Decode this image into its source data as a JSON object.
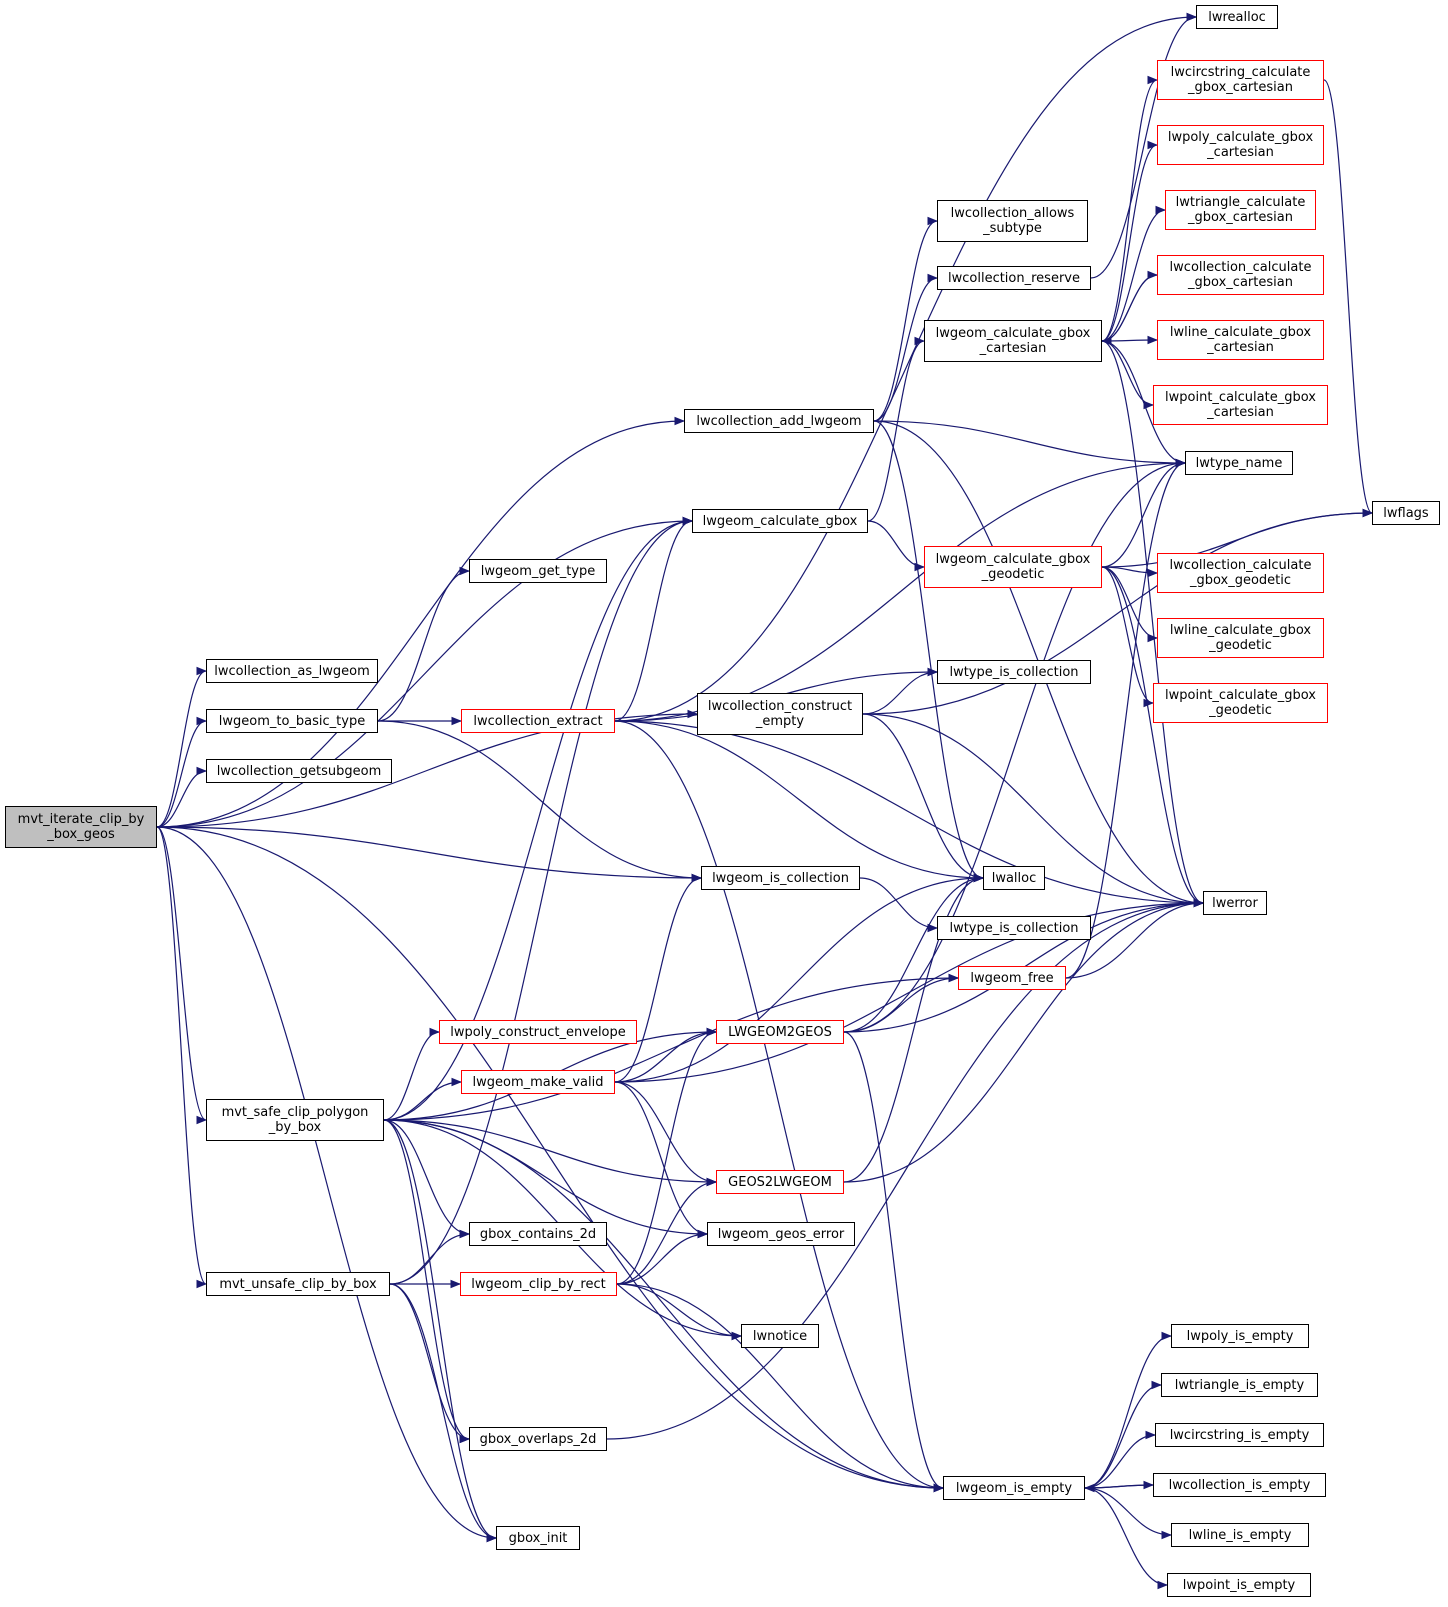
{
  "colors": {
    "edge": "#191970",
    "node_border": "#000000",
    "highlight_border": "#ff0000",
    "focus_fill": "#bfbfbf"
  },
  "nodes": [
    {
      "id": "root",
      "lines": [
        "mvt_iterate_clip_by",
        "_box_geos"
      ],
      "kind": "focus"
    },
    {
      "id": "lwcollection_as_lwgeom",
      "lines": [
        "lwcollection_as_lwgeom"
      ],
      "kind": "normal"
    },
    {
      "id": "lwgeom_to_basic_type",
      "lines": [
        "lwgeom_to_basic_type"
      ],
      "kind": "normal"
    },
    {
      "id": "lwcollection_getsubgeom",
      "lines": [
        "lwcollection_getsubgeom"
      ],
      "kind": "normal"
    },
    {
      "id": "mvt_safe_clip",
      "lines": [
        "mvt_safe_clip_polygon",
        "_by_box"
      ],
      "kind": "normal"
    },
    {
      "id": "mvt_unsafe_clip",
      "lines": [
        "mvt_unsafe_clip_by_box"
      ],
      "kind": "normal"
    },
    {
      "id": "lwgeom_get_type",
      "lines": [
        "lwgeom_get_type"
      ],
      "kind": "normal"
    },
    {
      "id": "lwcollection_extract",
      "lines": [
        "lwcollection_extract"
      ],
      "kind": "red"
    },
    {
      "id": "lwpoly_construct_envelope",
      "lines": [
        "lwpoly_construct_envelope"
      ],
      "kind": "red"
    },
    {
      "id": "lwgeom_make_valid",
      "lines": [
        "lwgeom_make_valid"
      ],
      "kind": "red"
    },
    {
      "id": "gbox_contains_2d",
      "lines": [
        "gbox_contains_2d"
      ],
      "kind": "normal"
    },
    {
      "id": "lwgeom_clip_by_rect",
      "lines": [
        "lwgeom_clip_by_rect"
      ],
      "kind": "red"
    },
    {
      "id": "gbox_overlaps_2d",
      "lines": [
        "gbox_overlaps_2d"
      ],
      "kind": "normal"
    },
    {
      "id": "gbox_init",
      "lines": [
        "gbox_init"
      ],
      "kind": "normal"
    },
    {
      "id": "lwcollection_add_lwgeom",
      "lines": [
        "lwcollection_add_lwgeom"
      ],
      "kind": "normal"
    },
    {
      "id": "lwgeom_calculate_gbox",
      "lines": [
        "lwgeom_calculate_gbox"
      ],
      "kind": "normal"
    },
    {
      "id": "lwcollection_construct_empty",
      "lines": [
        "lwcollection_construct",
        "_empty"
      ],
      "kind": "normal"
    },
    {
      "id": "lwgeom_is_collection",
      "lines": [
        "lwgeom_is_collection"
      ],
      "kind": "normal"
    },
    {
      "id": "LWGEOM2GEOS",
      "lines": [
        "LWGEOM2GEOS"
      ],
      "kind": "red"
    },
    {
      "id": "GEOS2LWGEOM",
      "lines": [
        "GEOS2LWGEOM"
      ],
      "kind": "red"
    },
    {
      "id": "lwgeom_geos_error",
      "lines": [
        "lwgeom_geos_error"
      ],
      "kind": "normal"
    },
    {
      "id": "lwnotice",
      "lines": [
        "lwnotice"
      ],
      "kind": "normal"
    },
    {
      "id": "lwcollection_allows_subtype",
      "lines": [
        "lwcollection_allows",
        "_subtype"
      ],
      "kind": "normal"
    },
    {
      "id": "lwcollection_reserve",
      "lines": [
        "lwcollection_reserve"
      ],
      "kind": "normal"
    },
    {
      "id": "lwgeom_calculate_gbox_cartesian",
      "lines": [
        "lwgeom_calculate_gbox",
        "_cartesian"
      ],
      "kind": "normal"
    },
    {
      "id": "lwgeom_calculate_gbox_geodetic",
      "lines": [
        "lwgeom_calculate_gbox",
        "_geodetic"
      ],
      "kind": "red"
    },
    {
      "id": "lwtype_is_collection_a",
      "lines": [
        "lwtype_is_collection"
      ],
      "kind": "normal"
    },
    {
      "id": "lwalloc",
      "lines": [
        "lwalloc"
      ],
      "kind": "normal"
    },
    {
      "id": "lwtype_is_collection_b",
      "lines": [
        "lwtype_is_collection"
      ],
      "kind": "normal"
    },
    {
      "id": "lwgeom_free",
      "lines": [
        "lwgeom_free"
      ],
      "kind": "red"
    },
    {
      "id": "lwgeom_is_empty",
      "lines": [
        "lwgeom_is_empty"
      ],
      "kind": "normal"
    },
    {
      "id": "lwrealloc",
      "lines": [
        "lwrealloc"
      ],
      "kind": "normal"
    },
    {
      "id": "lwcircstring_calculate_gbox_cartesian",
      "lines": [
        "lwcircstring_calculate",
        "_gbox_cartesian"
      ],
      "kind": "red"
    },
    {
      "id": "lwpoly_calculate_gbox_cartesian",
      "lines": [
        "lwpoly_calculate_gbox",
        "_cartesian"
      ],
      "kind": "red"
    },
    {
      "id": "lwtriangle_calculate_gbox_cartesian",
      "lines": [
        "lwtriangle_calculate",
        "_gbox_cartesian"
      ],
      "kind": "red"
    },
    {
      "id": "lwcollection_calculate_gbox_cartesian",
      "lines": [
        "lwcollection_calculate",
        "_gbox_cartesian"
      ],
      "kind": "red"
    },
    {
      "id": "lwline_calculate_gbox_cartesian",
      "lines": [
        "lwline_calculate_gbox",
        "_cartesian"
      ],
      "kind": "red"
    },
    {
      "id": "lwpoint_calculate_gbox_cartesian",
      "lines": [
        "lwpoint_calculate_gbox",
        "_cartesian"
      ],
      "kind": "red"
    },
    {
      "id": "lwtype_name",
      "lines": [
        "lwtype_name"
      ],
      "kind": "normal"
    },
    {
      "id": "lwcollection_calculate_gbox_geodetic",
      "lines": [
        "lwcollection_calculate",
        "_gbox_geodetic"
      ],
      "kind": "red"
    },
    {
      "id": "lwline_calculate_gbox_geodetic",
      "lines": [
        "lwline_calculate_gbox",
        "_geodetic"
      ],
      "kind": "red"
    },
    {
      "id": "lwpoint_calculate_gbox_geodetic",
      "lines": [
        "lwpoint_calculate_gbox",
        "_geodetic"
      ],
      "kind": "red"
    },
    {
      "id": "lwerror",
      "lines": [
        "lwerror"
      ],
      "kind": "normal"
    },
    {
      "id": "lwflags",
      "lines": [
        "lwflags"
      ],
      "kind": "normal"
    },
    {
      "id": "lwpoly_is_empty",
      "lines": [
        "lwpoly_is_empty"
      ],
      "kind": "normal"
    },
    {
      "id": "lwtriangle_is_empty",
      "lines": [
        "lwtriangle_is_empty"
      ],
      "kind": "normal"
    },
    {
      "id": "lwcircstring_is_empty",
      "lines": [
        "lwcircstring_is_empty"
      ],
      "kind": "normal"
    },
    {
      "id": "lwcollection_is_empty",
      "lines": [
        "lwcollection_is_empty"
      ],
      "kind": "normal"
    },
    {
      "id": "lwline_is_empty",
      "lines": [
        "lwline_is_empty"
      ],
      "kind": "normal"
    },
    {
      "id": "lwpoint_is_empty",
      "lines": [
        "lwpoint_is_empty"
      ],
      "kind": "normal"
    }
  ],
  "edges": [
    [
      "root",
      "lwcollection_as_lwgeom"
    ],
    [
      "root",
      "lwgeom_to_basic_type"
    ],
    [
      "root",
      "lwcollection_getsubgeom"
    ],
    [
      "root",
      "mvt_safe_clip"
    ],
    [
      "root",
      "mvt_unsafe_clip"
    ],
    [
      "root",
      "lwcollection_add_lwgeom"
    ],
    [
      "root",
      "lwgeom_calculate_gbox"
    ],
    [
      "root",
      "lwcollection_construct_empty"
    ],
    [
      "root",
      "lwgeom_is_collection"
    ],
    [
      "root",
      "gbox_init"
    ],
    [
      "root",
      "lwgeom_is_empty"
    ],
    [
      "lwgeom_to_basic_type",
      "lwgeom_get_type"
    ],
    [
      "lwgeom_to_basic_type",
      "lwcollection_extract"
    ],
    [
      "lwgeom_to_basic_type",
      "lwgeom_is_collection"
    ],
    [
      "mvt_safe_clip",
      "lwgeom_calculate_gbox"
    ],
    [
      "mvt_safe_clip",
      "lwpoly_construct_envelope"
    ],
    [
      "mvt_safe_clip",
      "lwgeom_make_valid"
    ],
    [
      "mvt_safe_clip",
      "gbox_contains_2d"
    ],
    [
      "mvt_safe_clip",
      "gbox_overlaps_2d"
    ],
    [
      "mvt_safe_clip",
      "gbox_init"
    ],
    [
      "mvt_safe_clip",
      "LWGEOM2GEOS"
    ],
    [
      "mvt_safe_clip",
      "GEOS2LWGEOM"
    ],
    [
      "mvt_safe_clip",
      "lwgeom_geos_error"
    ],
    [
      "mvt_safe_clip",
      "lwnotice"
    ],
    [
      "mvt_safe_clip",
      "lwgeom_free"
    ],
    [
      "mvt_safe_clip",
      "lwgeom_is_empty"
    ],
    [
      "mvt_unsafe_clip",
      "lwgeom_calculate_gbox"
    ],
    [
      "mvt_unsafe_clip",
      "gbox_contains_2d"
    ],
    [
      "mvt_unsafe_clip",
      "lwgeom_clip_by_rect"
    ],
    [
      "mvt_unsafe_clip",
      "gbox_overlaps_2d"
    ],
    [
      "mvt_unsafe_clip",
      "gbox_init"
    ],
    [
      "lwcollection_extract",
      "lwrealloc"
    ],
    [
      "lwcollection_extract",
      "lwgeom_calculate_gbox"
    ],
    [
      "lwcollection_extract",
      "lwtype_is_collection_a"
    ],
    [
      "lwcollection_extract",
      "lwalloc"
    ],
    [
      "lwcollection_extract",
      "lwerror"
    ],
    [
      "lwcollection_extract",
      "lwtype_name"
    ],
    [
      "lwcollection_extract",
      "lwgeom_is_empty"
    ],
    [
      "lwgeom_make_valid",
      "lwgeom_is_collection"
    ],
    [
      "lwgeom_make_valid",
      "LWGEOM2GEOS"
    ],
    [
      "lwgeom_make_valid",
      "GEOS2LWGEOM"
    ],
    [
      "lwgeom_make_valid",
      "lwgeom_geos_error"
    ],
    [
      "lwgeom_make_valid",
      "lwalloc"
    ],
    [
      "lwgeom_make_valid",
      "lwerror"
    ],
    [
      "lwgeom_clip_by_rect",
      "LWGEOM2GEOS"
    ],
    [
      "lwgeom_clip_by_rect",
      "GEOS2LWGEOM"
    ],
    [
      "lwgeom_clip_by_rect",
      "lwgeom_geos_error"
    ],
    [
      "lwgeom_clip_by_rect",
      "lwnotice"
    ],
    [
      "lwgeom_clip_by_rect",
      "lwgeom_is_empty"
    ],
    [
      "gbox_overlaps_2d",
      "lwerror"
    ],
    [
      "lwcollection_add_lwgeom",
      "lwcollection_allows_subtype"
    ],
    [
      "lwcollection_add_lwgeom",
      "lwcollection_reserve"
    ],
    [
      "lwcollection_add_lwgeom",
      "lwtype_name"
    ],
    [
      "lwcollection_add_lwgeom",
      "lwalloc"
    ],
    [
      "lwcollection_add_lwgeom",
      "lwerror"
    ],
    [
      "lwgeom_calculate_gbox",
      "lwgeom_calculate_gbox_cartesian"
    ],
    [
      "lwgeom_calculate_gbox",
      "lwgeom_calculate_gbox_geodetic"
    ],
    [
      "lwcollection_construct_empty",
      "lwtype_is_collection_a"
    ],
    [
      "lwcollection_construct_empty",
      "lwalloc"
    ],
    [
      "lwcollection_construct_empty",
      "lwerror"
    ],
    [
      "lwcollection_construct_empty",
      "lwflags"
    ],
    [
      "lwgeom_is_collection",
      "lwtype_is_collection_b"
    ],
    [
      "LWGEOM2GEOS",
      "lwtype_name"
    ],
    [
      "LWGEOM2GEOS",
      "lwalloc"
    ],
    [
      "LWGEOM2GEOS",
      "lwgeom_free"
    ],
    [
      "LWGEOM2GEOS",
      "lwerror"
    ],
    [
      "LWGEOM2GEOS",
      "lwgeom_is_empty"
    ],
    [
      "GEOS2LWGEOM",
      "lwalloc"
    ],
    [
      "GEOS2LWGEOM",
      "lwerror"
    ],
    [
      "lwcollection_reserve",
      "lwrealloc"
    ],
    [
      "lwgeom_calculate_gbox_cartesian",
      "lwcircstring_calculate_gbox_cartesian"
    ],
    [
      "lwgeom_calculate_gbox_cartesian",
      "lwpoly_calculate_gbox_cartesian"
    ],
    [
      "lwgeom_calculate_gbox_cartesian",
      "lwtriangle_calculate_gbox_cartesian"
    ],
    [
      "lwgeom_calculate_gbox_cartesian",
      "lwcollection_calculate_gbox_cartesian"
    ],
    [
      "lwgeom_calculate_gbox_cartesian",
      "lwline_calculate_gbox_cartesian"
    ],
    [
      "lwgeom_calculate_gbox_cartesian",
      "lwpoint_calculate_gbox_cartesian"
    ],
    [
      "lwgeom_calculate_gbox_cartesian",
      "lwtype_name"
    ],
    [
      "lwgeom_calculate_gbox_cartesian",
      "lwerror"
    ],
    [
      "lwcollection_calculate_gbox_cartesian",
      "lwgeom_calculate_gbox_cartesian"
    ],
    [
      "lwgeom_calculate_gbox_geodetic",
      "lwcollection_calculate_gbox_geodetic"
    ],
    [
      "lwgeom_calculate_gbox_geodetic",
      "lwline_calculate_gbox_geodetic"
    ],
    [
      "lwgeom_calculate_gbox_geodetic",
      "lwpoint_calculate_gbox_geodetic"
    ],
    [
      "lwgeom_calculate_gbox_geodetic",
      "lwtype_name"
    ],
    [
      "lwgeom_calculate_gbox_geodetic",
      "lwflags"
    ],
    [
      "lwgeom_calculate_gbox_geodetic",
      "lwerror"
    ],
    [
      "lwcircstring_calculate_gbox_cartesian",
      "lwflags"
    ],
    [
      "lwgeom_free",
      "lwerror"
    ],
    [
      "lwgeom_free",
      "lwtype_name"
    ],
    [
      "lwgeom_is_empty",
      "lwpoly_is_empty"
    ],
    [
      "lwgeom_is_empty",
      "lwtriangle_is_empty"
    ],
    [
      "lwgeom_is_empty",
      "lwcircstring_is_empty"
    ],
    [
      "lwgeom_is_empty",
      "lwcollection_is_empty"
    ],
    [
      "lwgeom_is_empty",
      "lwline_is_empty"
    ],
    [
      "lwgeom_is_empty",
      "lwpoint_is_empty"
    ],
    [
      "lwcollection_is_empty",
      "lwgeom_is_empty"
    ]
  ]
}
